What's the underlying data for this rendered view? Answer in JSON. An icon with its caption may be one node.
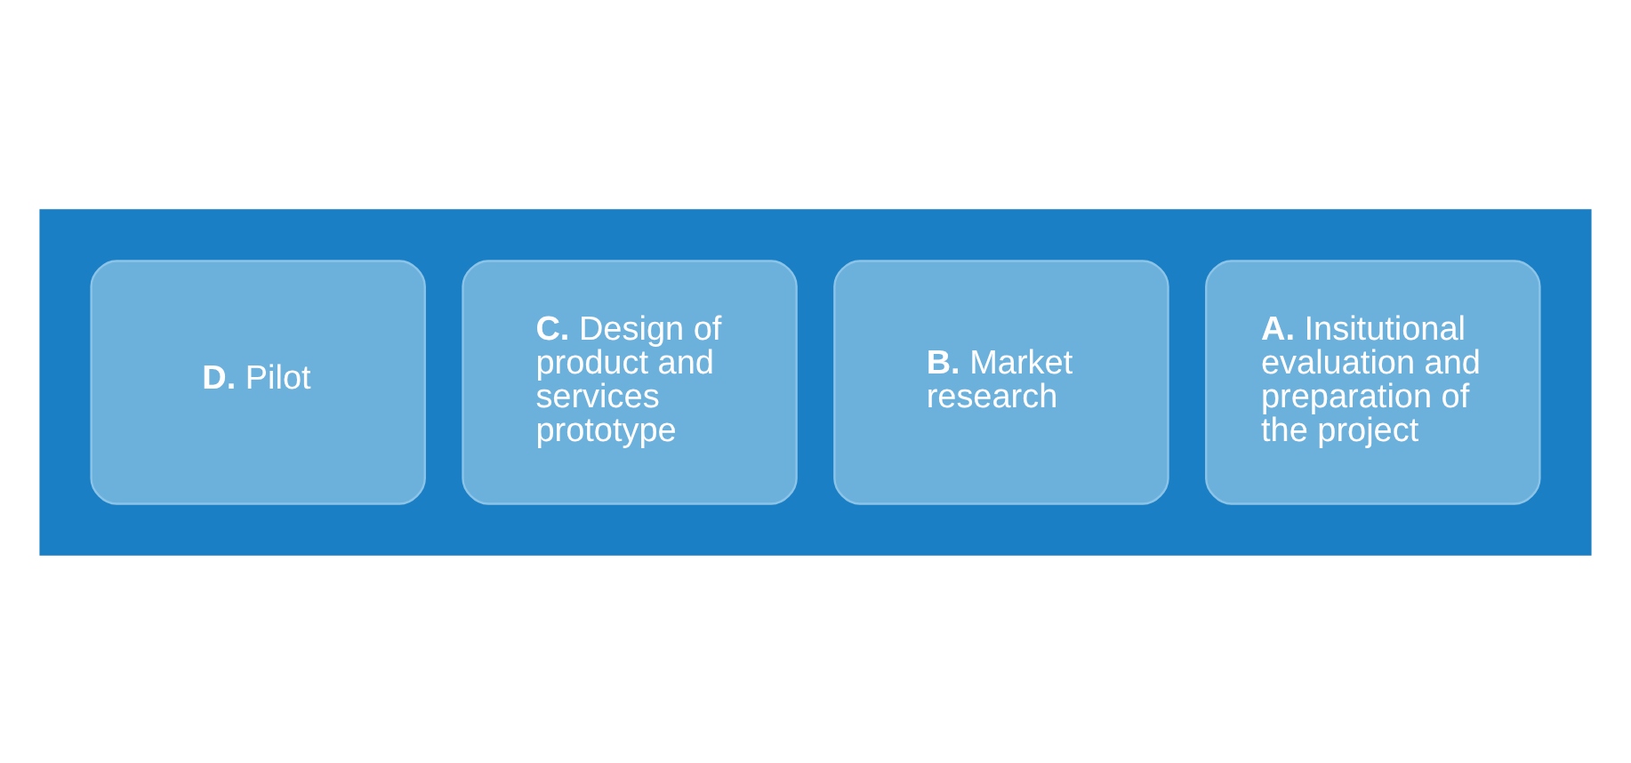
{
  "diagram": {
    "nodes": [
      {
        "text": [],
        "shape": "arrow"
      },
      {
        "text": [
          "**A.** Insitutional evaluation and preparation of the project"
        ],
        "in": 0
      },
      {
        "text": [
          "**B.** Market research"
        ],
        "in": 0
      },
      {
        "text": [
          "**C.** Design of product and services prototype"
        ],
        "in": 0
      },
      {
        "text": [
          "**D.** Pilot"
        ],
        "in": 0
      }
    ],
    "edges": []
  }
}
